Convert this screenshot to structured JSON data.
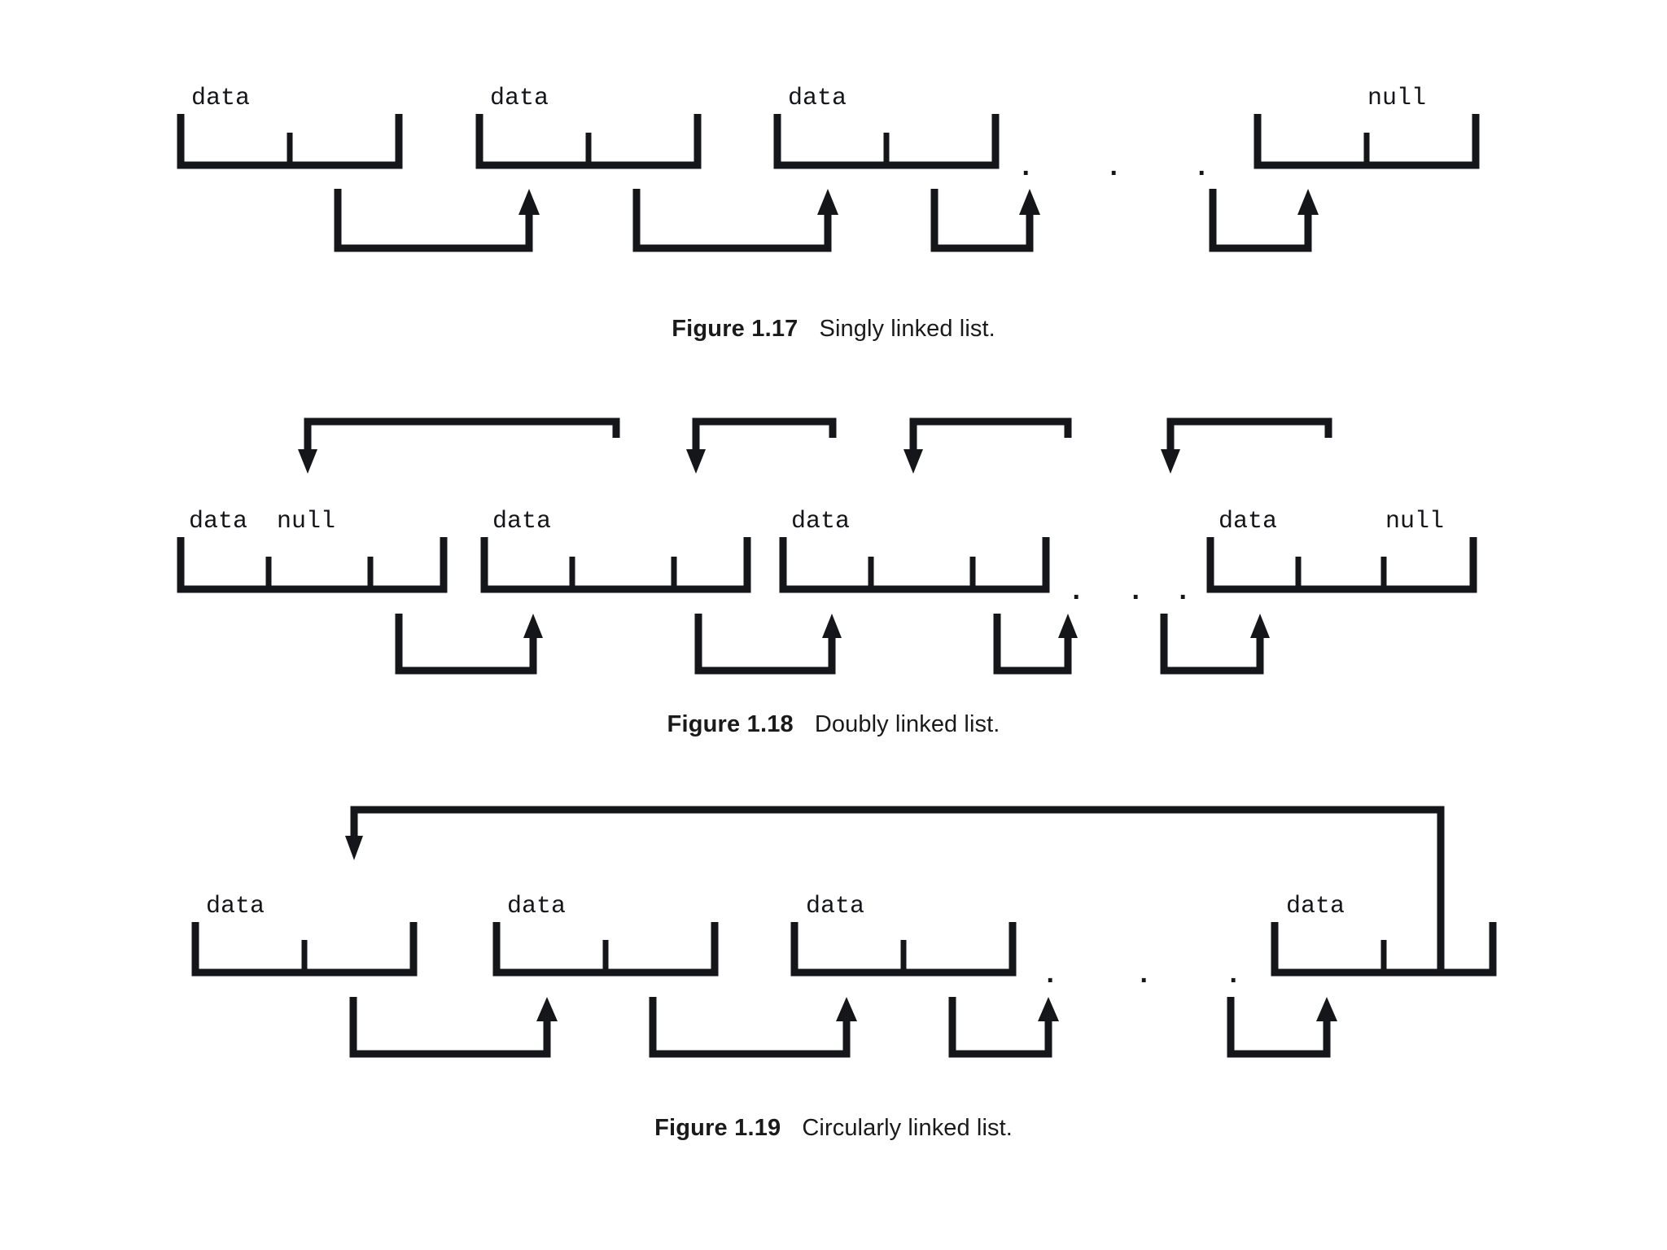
{
  "document": {
    "background_color": "#ffffff",
    "ink_color": "#15161a"
  },
  "figures": [
    {
      "id": "figure-1-17",
      "caption_label": "Figure 1.17",
      "caption_text": "Singly linked list.",
      "type": "singly-linked-list",
      "node_compartments": 2,
      "ellipsis": ".  .  .",
      "nodes": [
        {
          "data_label": "data",
          "tail_label": ""
        },
        {
          "data_label": "data",
          "tail_label": ""
        },
        {
          "data_label": "data",
          "tail_label": ""
        },
        {
          "data_label": "",
          "tail_label": "null"
        }
      ]
    },
    {
      "id": "figure-1-18",
      "caption_label": "Figure 1.18",
      "caption_text": "Doubly linked list.",
      "type": "doubly-linked-list",
      "node_compartments": 3,
      "ellipsis": ".  .  .",
      "nodes": [
        {
          "prev_label": "null",
          "data_label": "data",
          "tail_label": ""
        },
        {
          "prev_label": "",
          "data_label": "data",
          "tail_label": ""
        },
        {
          "prev_label": "",
          "data_label": "data",
          "tail_label": ""
        },
        {
          "prev_label": "",
          "data_label": "data",
          "tail_label": "null"
        }
      ]
    },
    {
      "id": "figure-1-19",
      "caption_label": "Figure 1.19",
      "caption_text": "Circularly linked list.",
      "type": "circularly-linked-list",
      "node_compartments": 2,
      "ellipsis": ".  .  .",
      "nodes": [
        {
          "data_label": "data"
        },
        {
          "data_label": "data"
        },
        {
          "data_label": "data"
        },
        {
          "data_label": "data"
        }
      ]
    }
  ],
  "labels": {
    "data": "data",
    "null": "null",
    "dot": "."
  }
}
